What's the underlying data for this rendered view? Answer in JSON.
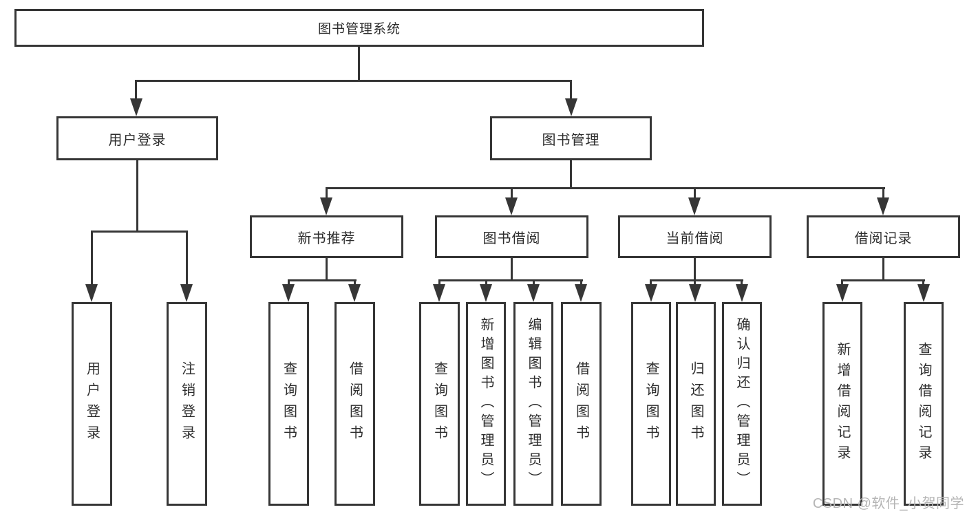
{
  "tree": {
    "root": {
      "label": "图书管理系统"
    },
    "children": [
      {
        "label": "用户登录",
        "children": [
          {
            "label": "用户登录"
          },
          {
            "label": "注销登录"
          }
        ]
      },
      {
        "label": "图书管理",
        "children": [
          {
            "label": "新书推荐",
            "children": [
              {
                "label": "查询图书"
              },
              {
                "label": "借阅图书"
              }
            ]
          },
          {
            "label": "图书借阅",
            "children": [
              {
                "label": "查询图书"
              },
              {
                "label": "新增图书（管理员）"
              },
              {
                "label": "编辑图书（管理员）"
              },
              {
                "label": "借阅图书"
              }
            ]
          },
          {
            "label": "当前借阅",
            "children": [
              {
                "label": "查询图书"
              },
              {
                "label": "归还图书"
              },
              {
                "label": "确认归还（管理员）"
              }
            ]
          },
          {
            "label": "借阅记录",
            "children": [
              {
                "label": "新增借阅记录"
              },
              {
                "label": "查询借阅记录"
              }
            ]
          }
        ]
      }
    ]
  },
  "watermark": {
    "text": "CSDN @软件_小贺同学"
  },
  "colors": {
    "line": "#363636",
    "text": "#2d2d2d",
    "box_background": "#ffffff",
    "watermark": "#b5b5b5"
  }
}
